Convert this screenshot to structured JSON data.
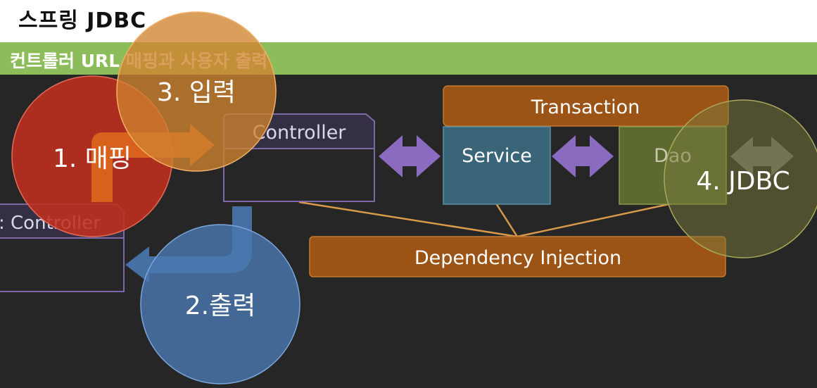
{
  "header": {
    "title": "스프링 JDBC"
  },
  "section": {
    "subtitle": "컨트롤러 URL 매핑과 사용자 출력"
  },
  "diagram": {
    "transaction": "Transaction",
    "controller": "Controller",
    "service": "Service",
    "dao": "Dao",
    "front_controller": ": Controller",
    "dependency_injection": "Dependency Injection",
    "steps": {
      "mapping": "1. 매핑",
      "output": "2.출력",
      "input": "3. 입력",
      "jdbc": "4. JDBC"
    }
  },
  "colors": {
    "accent_bar": "#8dbd5a",
    "orange_box": "#9b5416",
    "service_fill": "#3a6579",
    "dao_fill": "#5c6a30",
    "purple": "#8a6bbf",
    "red_circle": "#c0301e",
    "orange_circle": "#d0832f",
    "blue_circle": "#4a78b0",
    "olive_circle": "#7a7a3a"
  }
}
